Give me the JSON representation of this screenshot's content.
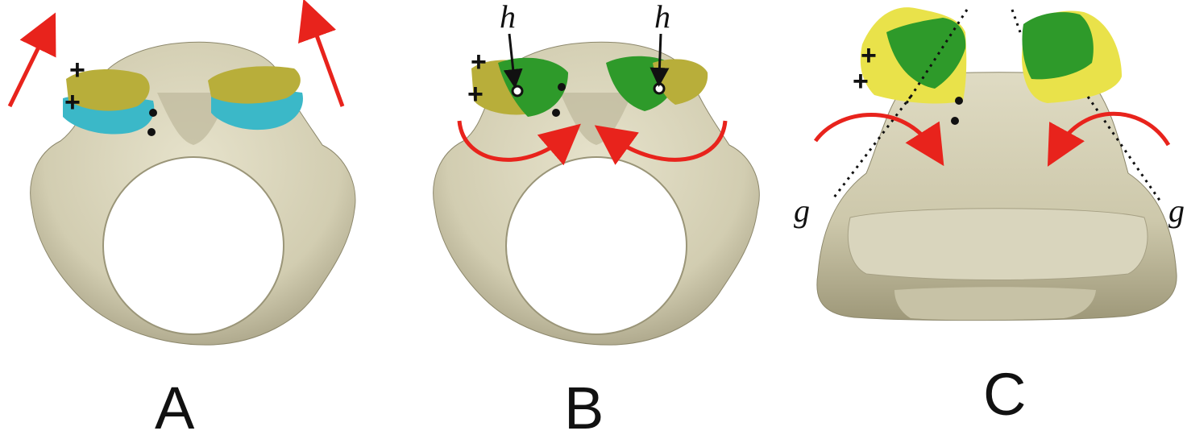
{
  "figure": {
    "panels": [
      {
        "id": "A",
        "label": "A"
      },
      {
        "id": "B",
        "label": "B",
        "marker_label": "h"
      },
      {
        "id": "C",
        "label": "C",
        "marker_label": "g"
      }
    ]
  },
  "colors": {
    "bone": "#d8d3b8",
    "bone_shadow": "#a9a487",
    "olive": "#b8ae3a",
    "cyan": "#3bb8c8",
    "green": "#2e9a2a",
    "yellow": "#e9e24a",
    "arrow": "#e8231c"
  }
}
